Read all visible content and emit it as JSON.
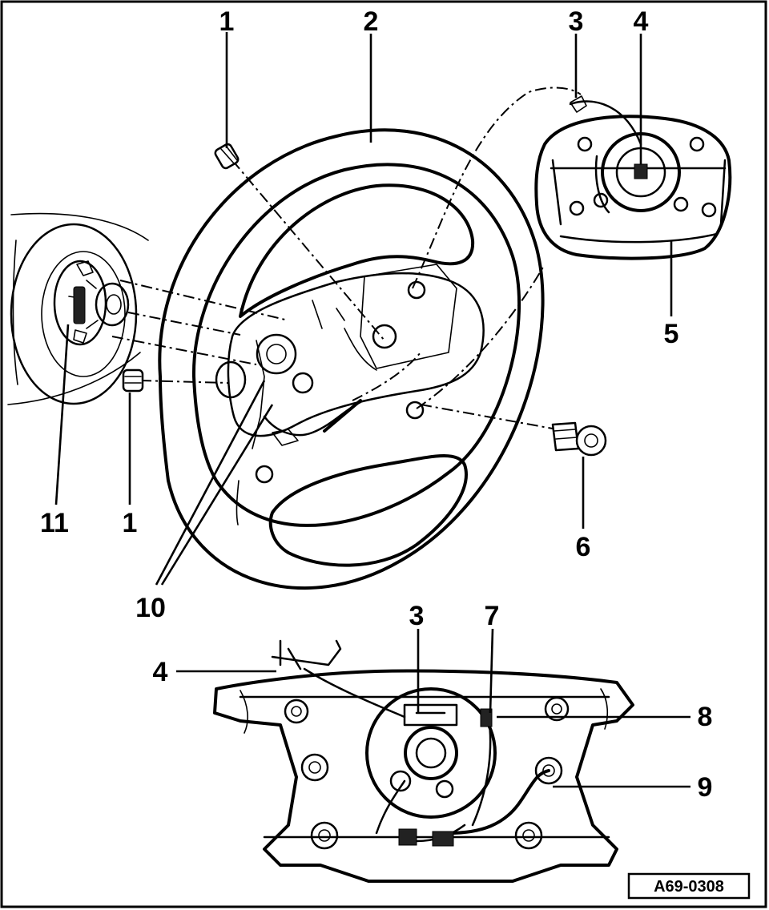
{
  "labels": {
    "l1_top": "1",
    "l2": "2",
    "l3_top": "3",
    "l4_top": "4",
    "l5": "5",
    "l6": "6",
    "l1_bottom": "1",
    "l11": "11",
    "l10": "10",
    "l3_bottom": "3",
    "l7": "7",
    "l4_bottom": "4",
    "l8": "8",
    "l9": "9"
  },
  "reference": "A69-0308"
}
